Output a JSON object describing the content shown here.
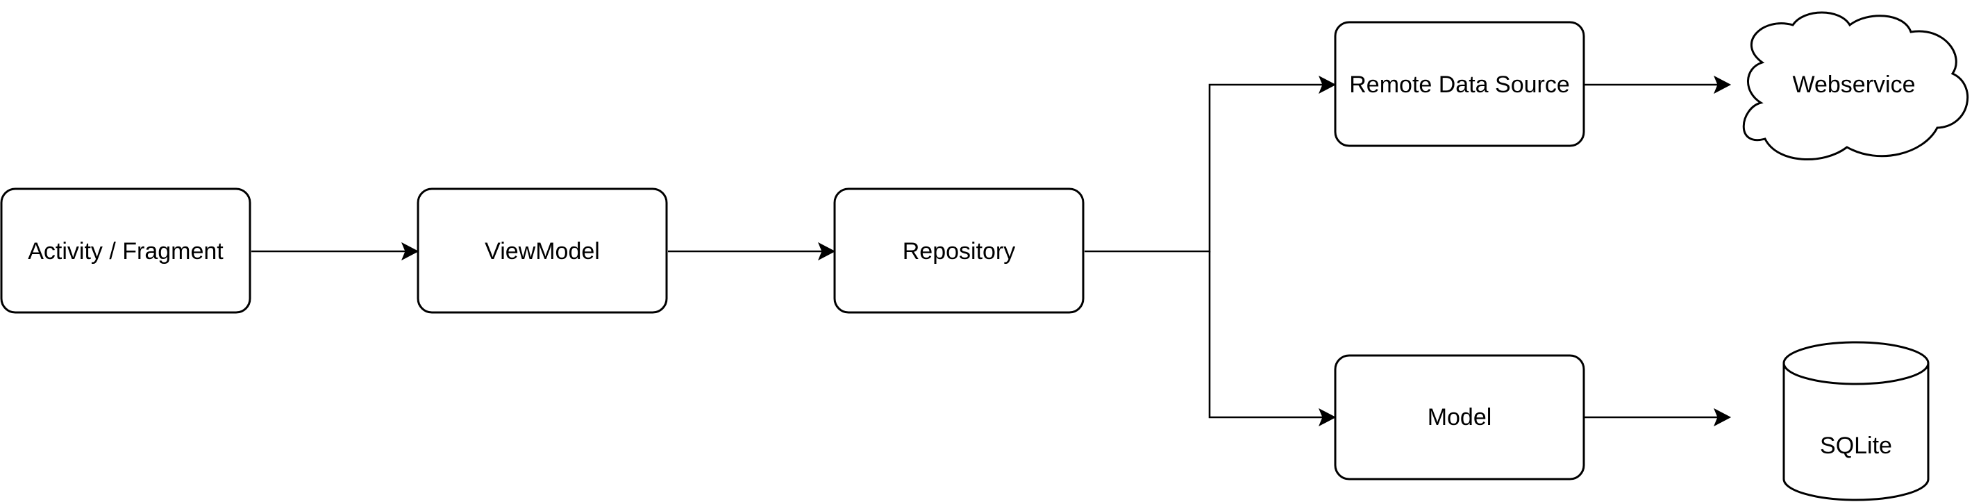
{
  "diagram": {
    "nodes": {
      "activity_fragment": "Activity / Fragment",
      "viewmodel": "ViewModel",
      "repository": "Repository",
      "remote_data_source": "Remote Data Source",
      "model": "Model",
      "webservice": "Webservice",
      "sqlite": "SQLite"
    },
    "edges": [
      {
        "from": "Activity / Fragment",
        "to": "ViewModel"
      },
      {
        "from": "ViewModel",
        "to": "Repository"
      },
      {
        "from": "Repository",
        "to": "Remote Data Source"
      },
      {
        "from": "Repository",
        "to": "Model"
      },
      {
        "from": "Remote Data Source",
        "to": "Webservice"
      },
      {
        "from": "Model",
        "to": "SQLite"
      }
    ],
    "colors": {
      "stroke": "#000000",
      "fill": "#ffffff",
      "text": "#000000"
    },
    "shapes": {
      "webservice": "cloud",
      "sqlite": "cylinder"
    }
  }
}
